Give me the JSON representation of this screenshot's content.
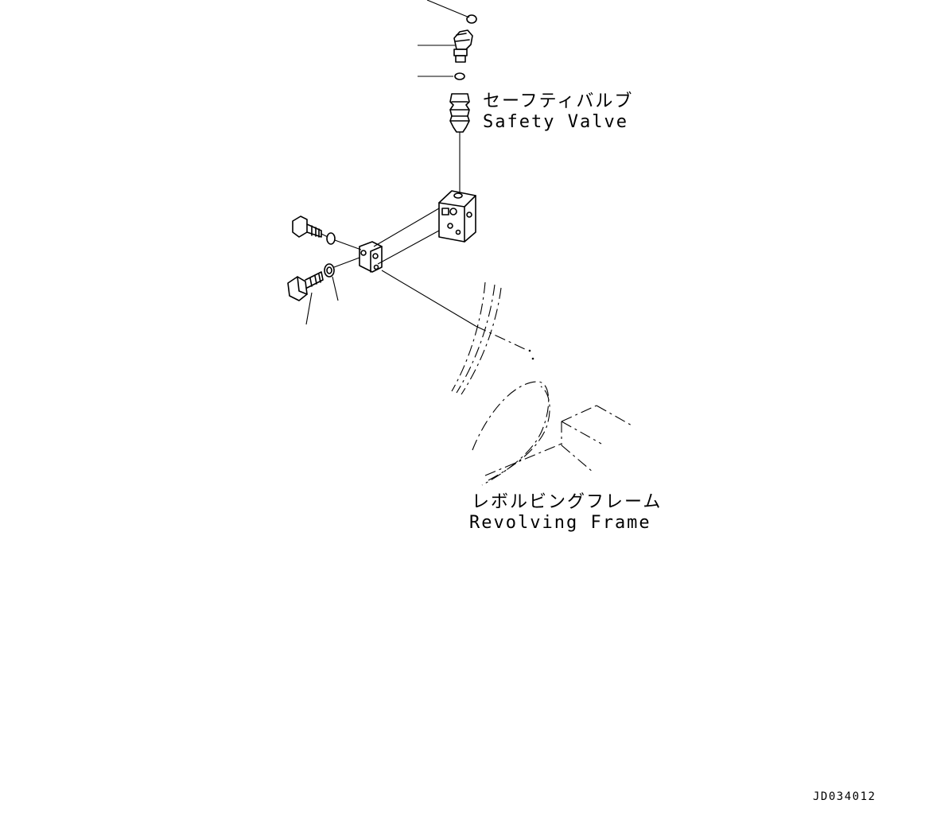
{
  "labels": {
    "safety_valve_jp": "セーフティバルブ",
    "safety_valve_en": "Safety Valve",
    "revolving_frame_jp": "レボルビングフレーム",
    "revolving_frame_en": "Revolving Frame",
    "drawing_code": "JD034012"
  }
}
